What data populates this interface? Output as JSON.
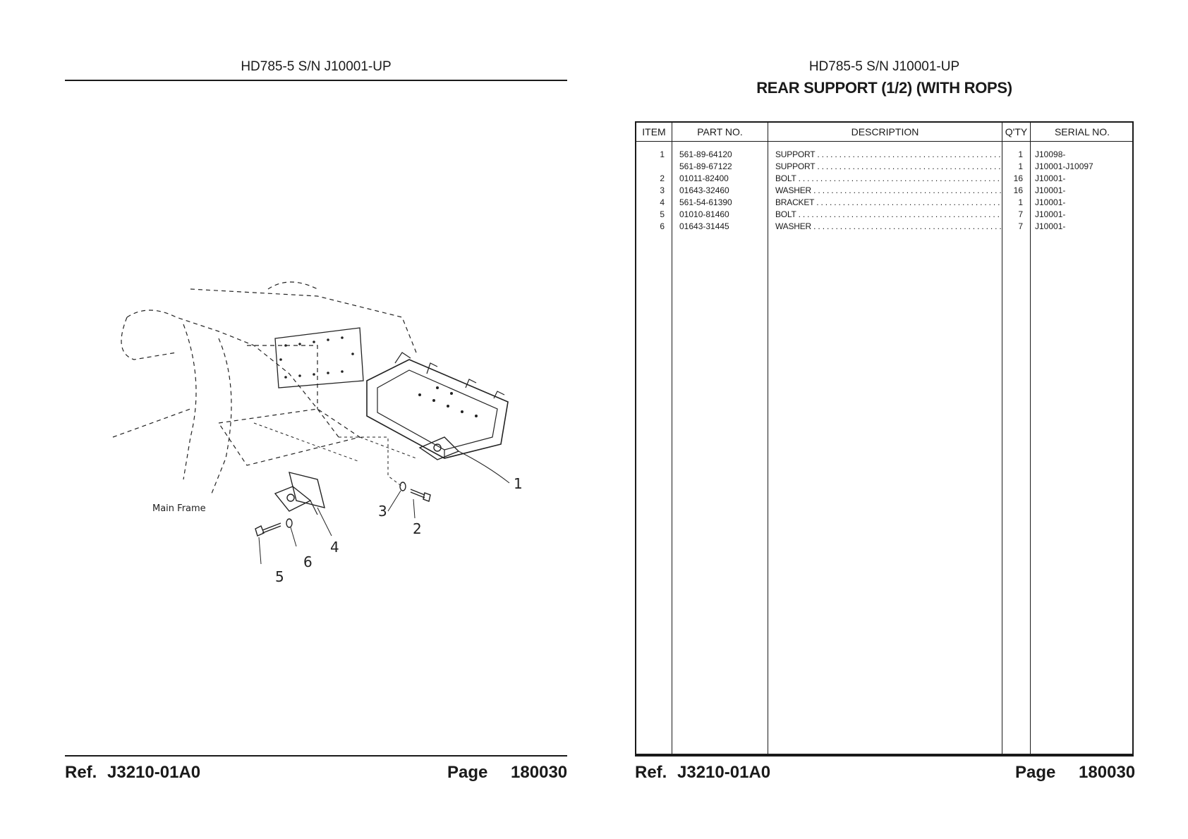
{
  "left_page": {
    "header": "HD785-5 S/N J10001-UP",
    "diagram": {
      "label_main_frame": "Main Frame",
      "callouts": [
        "1",
        "2",
        "3",
        "4",
        "5",
        "6"
      ]
    },
    "footer": {
      "ref_label": "Ref.",
      "ref_value": "J3210-01A0",
      "page_label": "Page",
      "page_value": "180030"
    }
  },
  "right_page": {
    "header": "HD785-5 S/N J10001-UP",
    "title": "REAR SUPPORT (1/2) (WITH ROPS)",
    "table": {
      "columns": [
        "ITEM",
        "PART NO.",
        "DESCRIPTION",
        "Q'TY",
        "SERIAL NO."
      ],
      "rows": [
        {
          "item": "1",
          "part_no": "561-89-64120",
          "description": "SUPPORT",
          "qty": "1",
          "serial": "J10098-"
        },
        {
          "item": "",
          "part_no": "561-89-67122",
          "description": "SUPPORT",
          "qty": "1",
          "serial": "J10001-J10097"
        },
        {
          "item": "2",
          "part_no": "01011-82400",
          "description": "BOLT",
          "qty": "16",
          "serial": "J10001-"
        },
        {
          "item": "3",
          "part_no": "01643-32460",
          "description": "WASHER",
          "qty": "16",
          "serial": "J10001-"
        },
        {
          "item": "4",
          "part_no": "561-54-61390",
          "description": "BRACKET",
          "qty": "1",
          "serial": "J10001-"
        },
        {
          "item": "5",
          "part_no": "01010-81460",
          "description": "BOLT",
          "qty": "7",
          "serial": "J10001-"
        },
        {
          "item": "6",
          "part_no": "01643-31445",
          "description": "WASHER",
          "qty": "7",
          "serial": "J10001-"
        }
      ]
    },
    "footer": {
      "ref_label": "Ref.",
      "ref_value": "J3210-01A0",
      "page_label": "Page",
      "page_value": "180030"
    }
  }
}
